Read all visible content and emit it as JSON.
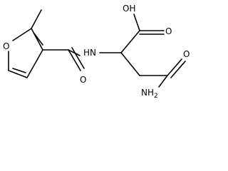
{
  "molecule": {
    "atom_labels": {
      "ring_oxygen": "O",
      "hydroxyl": "OH",
      "acid_carbonyl_oxygen": "O",
      "amine_nh": "HN",
      "amide_carbonyl_oxygen": "O",
      "terminal_amine": "NH",
      "terminal_amine_subscript": "2",
      "side_amide_oxygen": "O"
    },
    "colors": {
      "ink": "#000000",
      "background": "#ffffff"
    }
  }
}
